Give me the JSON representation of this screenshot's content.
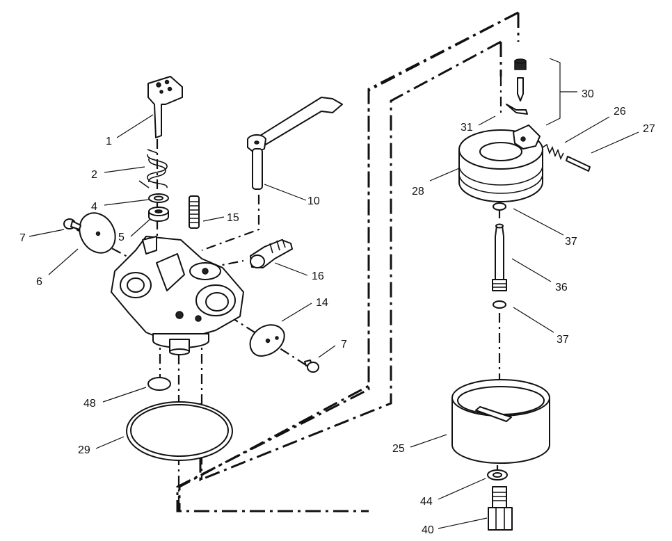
{
  "diagram": {
    "type": "exploded-parts-view",
    "callouts": [
      {
        "id": "c1",
        "label": "1"
      },
      {
        "id": "c2",
        "label": "2"
      },
      {
        "id": "c4",
        "label": "4"
      },
      {
        "id": "c5",
        "label": "5"
      },
      {
        "id": "c6",
        "label": "6"
      },
      {
        "id": "c7a",
        "label": "7"
      },
      {
        "id": "c7b",
        "label": "7"
      },
      {
        "id": "c10",
        "label": "10"
      },
      {
        "id": "c14",
        "label": "14"
      },
      {
        "id": "c15",
        "label": "15"
      },
      {
        "id": "c16",
        "label": "16"
      },
      {
        "id": "c25",
        "label": "25"
      },
      {
        "id": "c26",
        "label": "26"
      },
      {
        "id": "c27",
        "label": "27"
      },
      {
        "id": "c28",
        "label": "28"
      },
      {
        "id": "c29",
        "label": "29"
      },
      {
        "id": "c30",
        "label": "30"
      },
      {
        "id": "c31",
        "label": "31"
      },
      {
        "id": "c36",
        "label": "36"
      },
      {
        "id": "c37a",
        "label": "37"
      },
      {
        "id": "c37b",
        "label": "37"
      },
      {
        "id": "c40",
        "label": "40"
      },
      {
        "id": "c44",
        "label": "44"
      },
      {
        "id": "c48",
        "label": "48"
      }
    ]
  }
}
